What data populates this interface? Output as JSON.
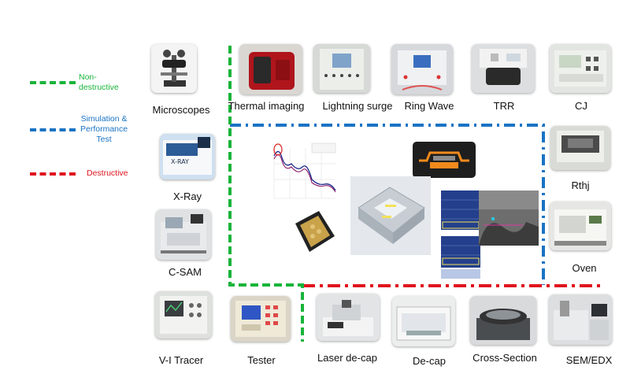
{
  "legend": {
    "non_destructive": "Non-\ndestructive",
    "simulation": "Simulation &\nPerformance\nTest",
    "destructive": "Destructive"
  },
  "colors": {
    "non_destructive": "#19b43a",
    "simulation": "#1a73c4",
    "destructive": "#e0141e"
  },
  "equipment": {
    "microscopes": "Microscopes",
    "thermal_imaging": "Thermal imaging",
    "lightning_surge": "Lightning surge",
    "ring_wave": "Ring Wave",
    "trr": "TRR",
    "cj": "CJ",
    "xray": "X-Ray",
    "rthj": "Rthj",
    "csam": "C-SAM",
    "oven": "Oven",
    "vi_tracer": "V-I Tracer",
    "tester": "Tester",
    "laser_decap": "Laser de-cap",
    "decap": "De-cap",
    "cross_section": "Cross-Section",
    "sem_edx": "SEM/EDX"
  },
  "screen_text": {
    "xray_badge": "X-RAY"
  }
}
